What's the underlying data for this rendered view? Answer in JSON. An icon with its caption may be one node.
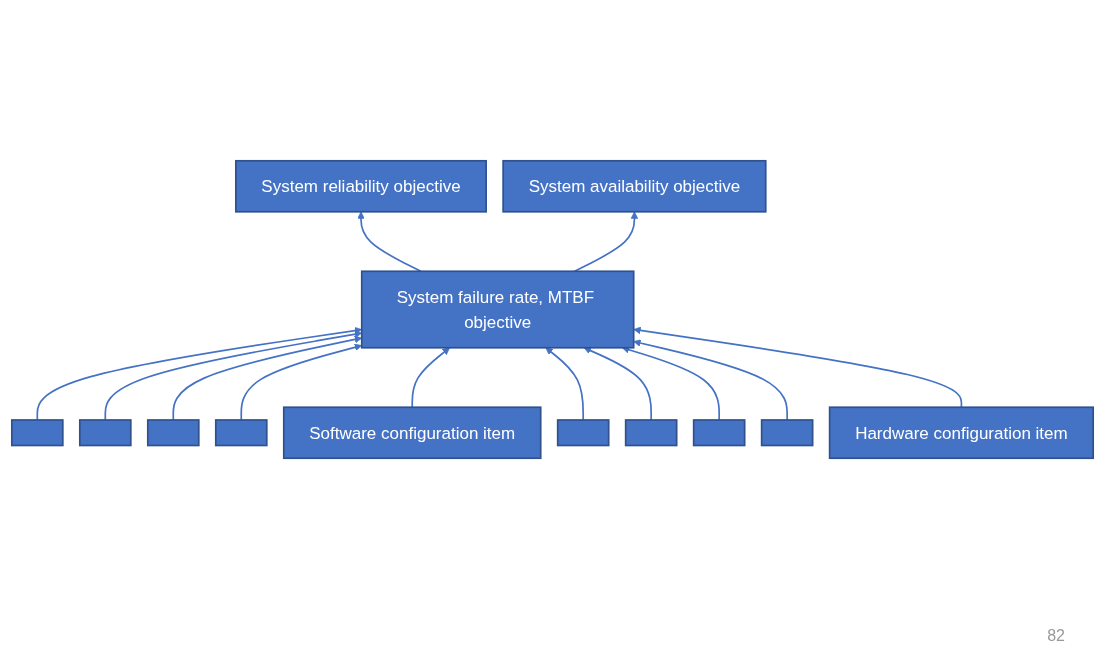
{
  "diagram": {
    "nodes": [
      {
        "text": [
          "System reliability objective"
        ]
      },
      {
        "text": [
          "System availability objective"
        ]
      },
      {
        "text": [
          "System failure rate, MTBF objective"
        ]
      },
      {
        "text": [],
        "shape": "box"
      },
      {
        "text": [],
        "shape": "box"
      },
      {
        "text": [],
        "shape": "box"
      },
      {
        "text": [],
        "shape": "box"
      },
      {
        "text": [
          "Software configuration item"
        ]
      },
      {
        "text": [],
        "shape": "box"
      },
      {
        "text": [],
        "shape": "box"
      },
      {
        "text": [],
        "shape": "box"
      },
      {
        "text": [],
        "shape": "box"
      },
      {
        "text": [
          "Hardware configuration item"
        ]
      }
    ],
    "edges": [
      {
        "from": 2,
        "to": 0,
        "arrow": "to"
      },
      {
        "from": 2,
        "to": 1,
        "arrow": "to"
      },
      {
        "from": 3,
        "to": 2,
        "arrow": "to"
      },
      {
        "from": 4,
        "to": 2,
        "arrow": "to"
      },
      {
        "from": 5,
        "to": 2,
        "arrow": "to"
      },
      {
        "from": 6,
        "to": 2,
        "arrow": "to"
      },
      {
        "from": 7,
        "to": 2,
        "arrow": "to"
      },
      {
        "from": 8,
        "to": 2,
        "arrow": "to"
      },
      {
        "from": 9,
        "to": 2,
        "arrow": "to"
      },
      {
        "from": 10,
        "to": 2,
        "arrow": "to"
      },
      {
        "from": 11,
        "to": 2,
        "arrow": "to"
      },
      {
        "from": 12,
        "to": 2,
        "arrow": "to"
      }
    ],
    "labels": [
      "82"
    ]
  }
}
